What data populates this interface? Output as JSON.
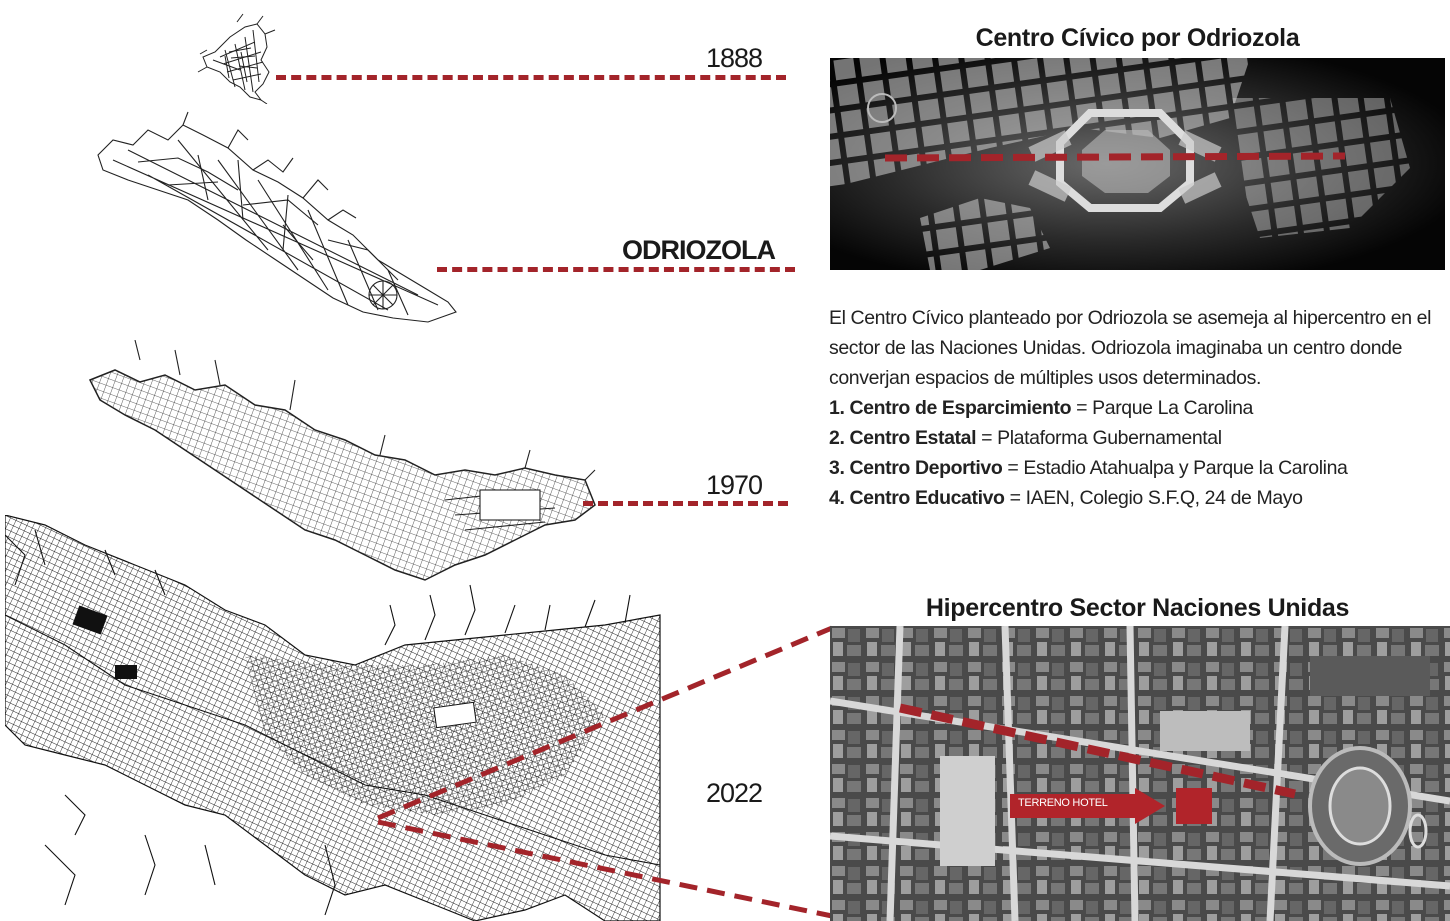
{
  "timeline": [
    {
      "label": "1888"
    },
    {
      "label": "ODRIOZOLA"
    },
    {
      "label": "1970"
    },
    {
      "label": "2022"
    }
  ],
  "top_photo": {
    "title": "Centro Cívico por Odriozola"
  },
  "description": {
    "paragraph": "El Centro Cívico planteado por Odriozola se asemeja al hipercentro en el sector de las Naciones Unidas. Odriozola imaginaba un centro donde converjan espacios de múltiples usos determinados.",
    "items": [
      {
        "num": "1.",
        "name": "Centro de Esparcimiento",
        "sep": " = ",
        "value": "Parque La Carolina"
      },
      {
        "num": "2.",
        "name": "Centro Estatal",
        "sep": " = ",
        "value": "Plataforma Gubernamental"
      },
      {
        "num": "3.",
        "name": "Centro Deportivo",
        "sep": " = ",
        "value": "Estadio Atahualpa y Parque la Carolina"
      },
      {
        "num": "4.",
        "name": "Centro Educativo",
        "sep": " = ",
        "value": "IAEN, Colegio S.F.Q, 24 de Mayo"
      }
    ]
  },
  "bottom_photo": {
    "title": "Hipercentro Sector Naciones Unidas",
    "site_label": "TERRENO HOTEL"
  },
  "colors": {
    "accent": "#a3242a",
    "text": "#1a1a1a"
  }
}
